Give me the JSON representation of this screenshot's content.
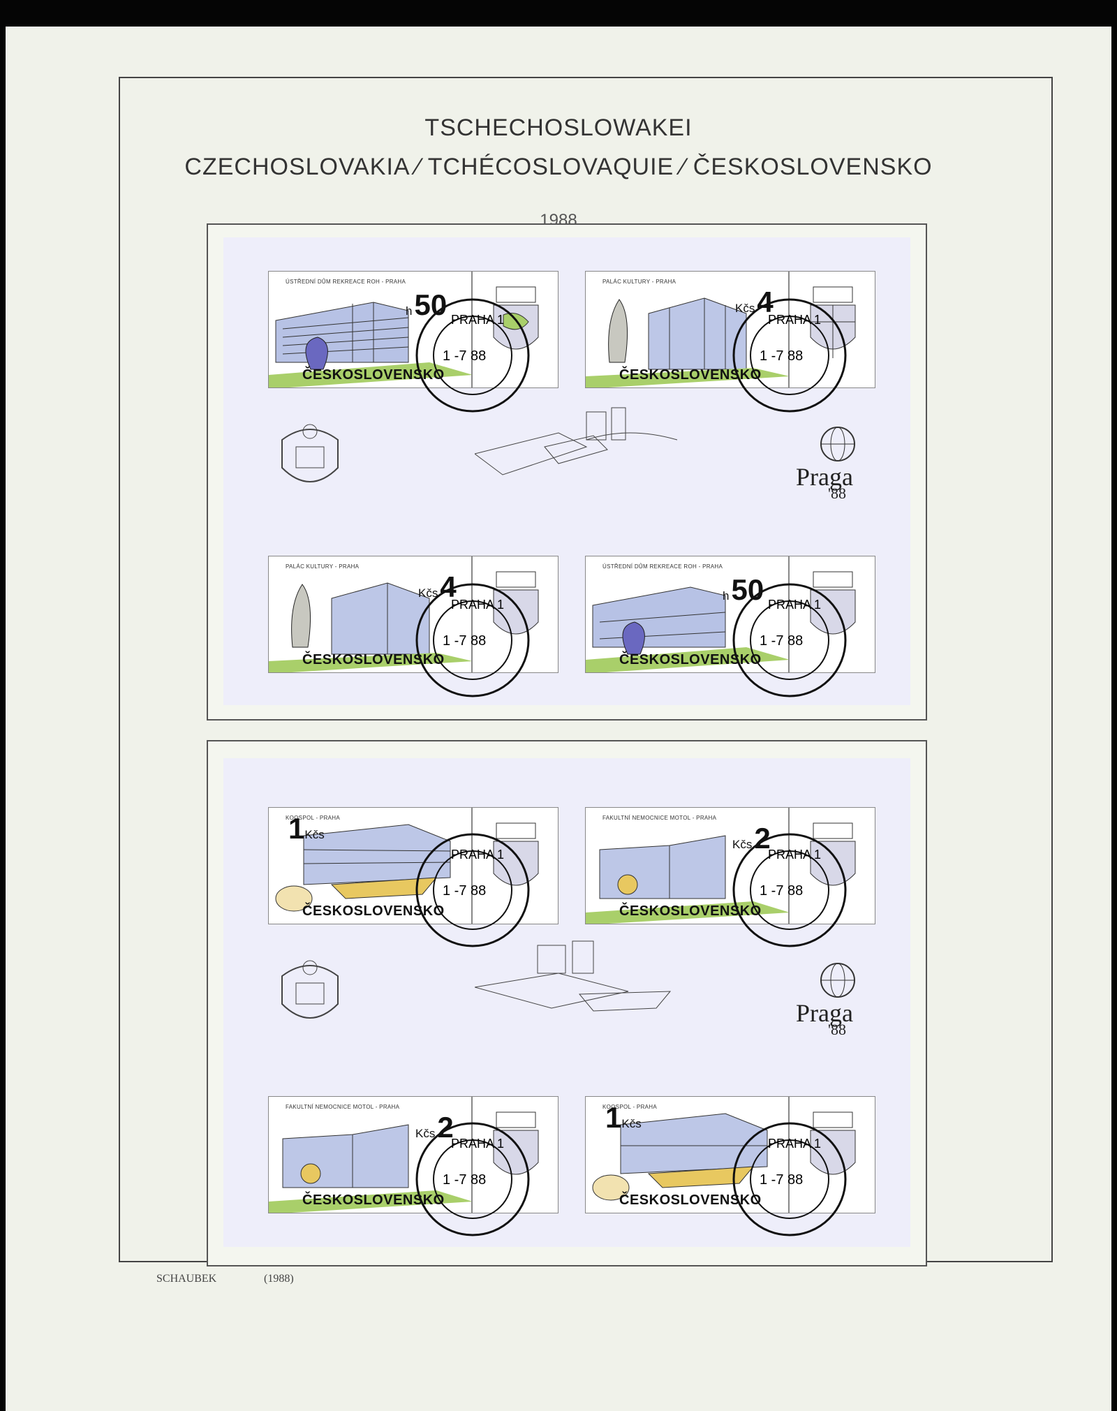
{
  "header": {
    "title_de": "TSCHECHOSLOWAKEI",
    "title_multi": "CZECHOSLOVAKIA ⁄ TCHÉCOSLOVAQUIE ⁄ ČESKOSLOVENSKO",
    "year": "1988"
  },
  "sheet1": {
    "stamps": [
      {
        "caption": "ÚSTŘEDNÍ DŮM REKREACE ROH - PRAHA",
        "currency": "h",
        "value": "50",
        "country": "ČESKOSLOVENSKO",
        "postmark": "PRAHA 1",
        "postmark_date": "1 -7 88"
      },
      {
        "caption": "PALÁC KULTURY - PRAHA",
        "currency": "Kčs",
        "value": "4",
        "country": "ČESKOSLOVENSKO",
        "postmark": "PRAHA 1",
        "postmark_date": "1 -7 88"
      },
      {
        "caption": "PALÁC KULTURY - PRAHA",
        "currency": "Kčs",
        "value": "4",
        "country": "ČESKOSLOVENSKO",
        "postmark": "PRAHA 1",
        "postmark_date": "1 -7 88"
      },
      {
        "caption": "ÚSTŘEDNÍ DŮM REKREACE ROH - PRAHA",
        "currency": "h",
        "value": "50",
        "country": "ČESKOSLOVENSKO",
        "postmark": "PRAHA 1",
        "postmark_date": "1 -7 88"
      }
    ],
    "logo_text": "Praga",
    "logo_year": "'88"
  },
  "sheet2": {
    "stamps": [
      {
        "caption": "KOOSPOL - PRAHA",
        "currency": "Kčs",
        "value": "1",
        "country": "ČESKOSLOVENSKO",
        "postmark": "PRAHA 1",
        "postmark_date": "1 -7 88"
      },
      {
        "caption": "FAKULTNÍ NEMOCNICE MOTOL - PRAHA",
        "currency": "Kčs",
        "value": "2",
        "country": "ČESKOSLOVENSKO",
        "postmark": "PRAHA 1",
        "postmark_date": "1 -7 88"
      },
      {
        "caption": "FAKULTNÍ NEMOCNICE MOTOL - PRAHA",
        "currency": "Kčs",
        "value": "2",
        "country": "ČESKOSLOVENSKO",
        "postmark": "PRAHA 1",
        "postmark_date": "1 -7 88"
      },
      {
        "caption": "KOOSPOL - PRAHA",
        "currency": "Kčs",
        "value": "1",
        "country": "ČESKOSLOVENSKO",
        "postmark": "PRAHA 1",
        "postmark_date": "1 -7 88"
      }
    ],
    "logo_text": "Praga",
    "logo_year": "'88"
  },
  "footer": {
    "publisher": "SCHAUBEK",
    "year": "(1988)"
  },
  "colors": {
    "page": "#f0f2ea",
    "sheet": "#eeeefa",
    "building_blue": "#7b8fd0",
    "lawn_green": "#a9cf6a",
    "accent_yellow": "#e8c860"
  }
}
